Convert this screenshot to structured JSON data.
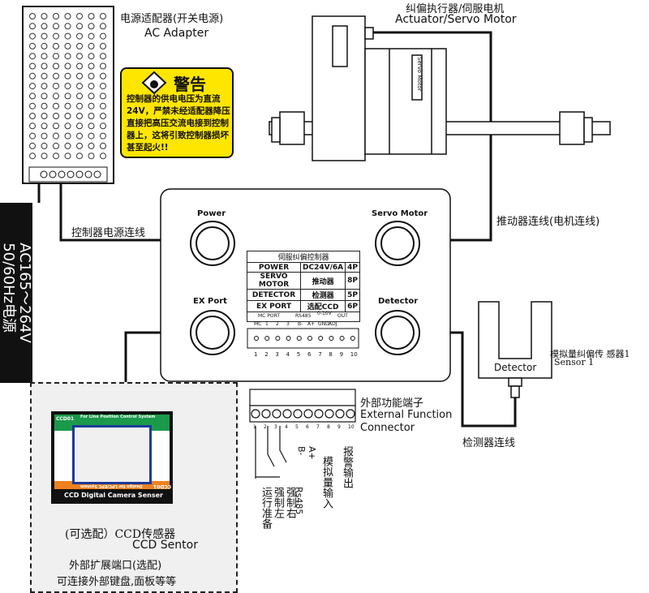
{
  "adapter": {
    "title_cn": "电源适配器(开关电源)",
    "title_en": "AC Adapter"
  },
  "ac_source": {
    "line1": "AC165～264V",
    "line2": "50/60Hz电源"
  },
  "warning": {
    "heading": "警告",
    "body": "控制器的供电电压为直流24V，严禁未经适配器降压直接把高压交流电接到控制器上，这将引致控制器损坏甚至起火!!",
    "icon": "flammable-warning-icon",
    "color": "#ffe600"
  },
  "actuator": {
    "title_cn": "纠偏执行器/伺服电机",
    "title_en": "Actuator/Servo Motor",
    "motor_label": "Servo Motor"
  },
  "wires": {
    "power": "控制器电源连线",
    "servo": "推动器连线(电机连线)",
    "detector": "检测器连线"
  },
  "controller": {
    "ports": {
      "power": "Power",
      "servo": "Servo Motor",
      "ex": "EX Port",
      "detector": "Detector"
    },
    "table_title": "伺服纠偏控制器",
    "table_rows": [
      [
        "POWER",
        "DC24V/6A",
        "4P"
      ],
      [
        "SERVO MOTOR",
        "推动器",
        "8P"
      ],
      [
        "DETECTOR",
        "检测器",
        "5P"
      ],
      [
        "EX PORT",
        "选配CCD",
        "6P"
      ]
    ],
    "terminal_groups": {
      "mc_port": "MC PORT",
      "rs485": "RS485",
      "analog": "0-10V",
      "out": "OUT"
    },
    "terminal_sub": [
      "MC",
      "1",
      "2",
      "3",
      "B-",
      "A+",
      "GND",
      "ADJ"
    ],
    "terminal_numbers": [
      "1",
      "2",
      "3",
      "4",
      "5",
      "6",
      "7",
      "8",
      "9",
      "10"
    ]
  },
  "sensor": {
    "label": "Detector",
    "title_cn": "模拟量纠偏传  感器1",
    "title_en": "Sensor 1"
  },
  "ccd": {
    "top_left": "CCD01",
    "top_bar": "For Line Position Control System",
    "bottom_bar": "Design for LPC/EPC System",
    "bottom_right": "CCD01",
    "caption": "CCD Digital Camera Senser",
    "title_cn": "(可选配）CCD传感器",
    "title_en": "CCD Sentor",
    "note1": "外部扩展端口(选配)",
    "note2": "可连接外部键盘,面板等等",
    "green": "#1a9a4a",
    "orange": "#f08020",
    "blue": "#1a3a9a"
  },
  "external": {
    "title_cn": "外部功能端子",
    "title_en1": "External Function",
    "title_en2": "Connector",
    "numbers": [
      "1",
      "2",
      "3",
      "4",
      "5",
      "6",
      "7",
      "8",
      "9",
      "10"
    ],
    "labels": {
      "run": "运行准备",
      "left": "强制左",
      "right": "强制右",
      "rs485": "Rs485",
      "bminus": "B-",
      "aplus": "A+",
      "analog": "模拟量输入",
      "alarm": "报警输出"
    }
  }
}
